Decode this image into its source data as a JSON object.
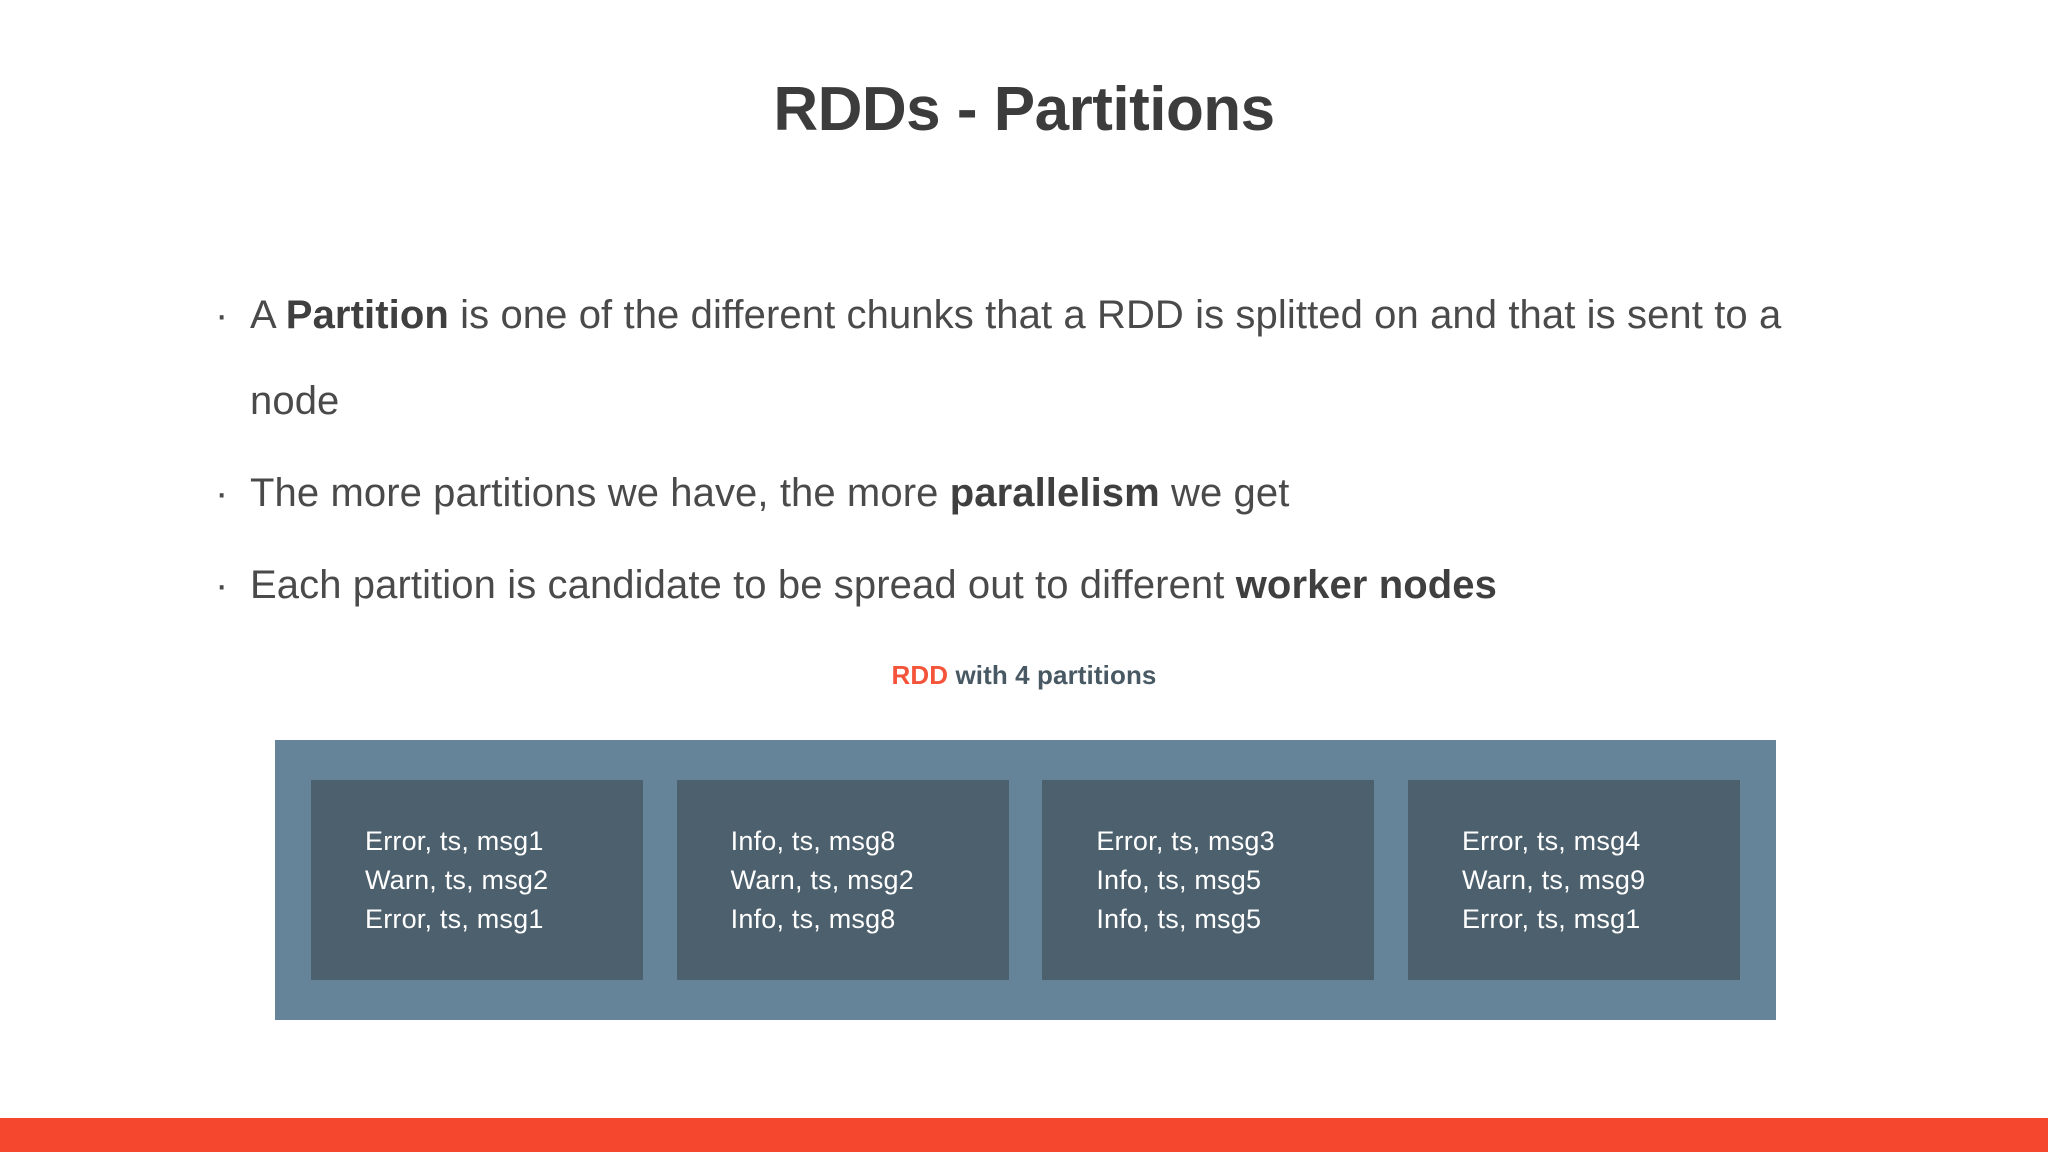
{
  "slide": {
    "title": "RDDs - Partitions",
    "background_color": "#ffffff",
    "accent_color": "#f4472e",
    "text_color": "#4a4a4a"
  },
  "bullets": [
    {
      "marker": "·",
      "parts": [
        {
          "text": "A ",
          "bold": false
        },
        {
          "text": "Partition",
          "bold": true
        },
        {
          "text": " is one of the different chunks that a RDD is splitted on and that is sent to a node",
          "bold": false
        }
      ],
      "plain": "A Partition is one of the different chunks that a RDD is splitted on and that is sent to a node"
    },
    {
      "marker": "·",
      "parts": [
        {
          "text": "The more partitions we have, the more ",
          "bold": false
        },
        {
          "text": "parallelism",
          "bold": true
        },
        {
          "text": " we get",
          "bold": false
        }
      ],
      "plain": "The more partitions we have, the more parallelism we get"
    },
    {
      "marker": "·",
      "parts": [
        {
          "text": "Each partition is candidate to be spread out to different ",
          "bold": false
        },
        {
          "text": "worker nodes",
          "bold": true
        }
      ],
      "plain": "Each partition is candidate to be spread out to different worker nodes"
    }
  ],
  "diagram": {
    "caption_highlight": "RDD",
    "caption_rest": " with 4 partitions",
    "caption_highlight_color": "#f4543a",
    "caption_rest_color": "#485964",
    "container_color": "#65849a",
    "partition_color": "#4c606d",
    "partition_text_color": "#ffffff",
    "partitions": [
      {
        "lines": [
          "Error, ts, msg1",
          "Warn, ts, msg2",
          "Error, ts, msg1"
        ]
      },
      {
        "lines": [
          "Info, ts, msg8",
          "Warn, ts, msg2",
          "Info, ts, msg8"
        ]
      },
      {
        "lines": [
          "Error, ts, msg3",
          "Info, ts, msg5",
          "Info, ts, msg5"
        ]
      },
      {
        "lines": [
          "Error, ts, msg4",
          "Warn, ts, msg9",
          "Error, ts, msg1"
        ]
      }
    ]
  }
}
